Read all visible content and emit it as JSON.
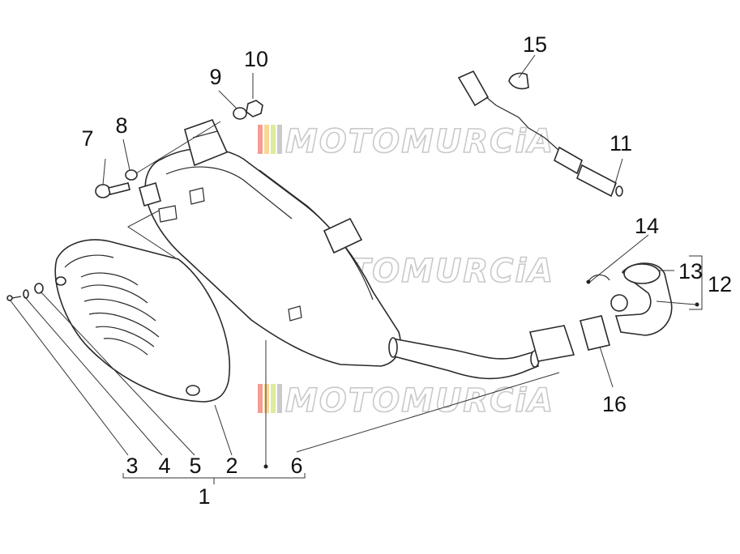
{
  "diagram": {
    "callouts": [
      "1",
      "2",
      "3",
      "4",
      "5",
      "6",
      "7",
      "8",
      "9",
      "10",
      "11",
      "12",
      "13",
      "14",
      "15",
      "16"
    ]
  },
  "watermark": {
    "text": "MOTOMURCiA",
    "stripe_colors": [
      "#e94d3b",
      "#f1b83c",
      "#c7d94a",
      "#8a8a8a"
    ]
  }
}
